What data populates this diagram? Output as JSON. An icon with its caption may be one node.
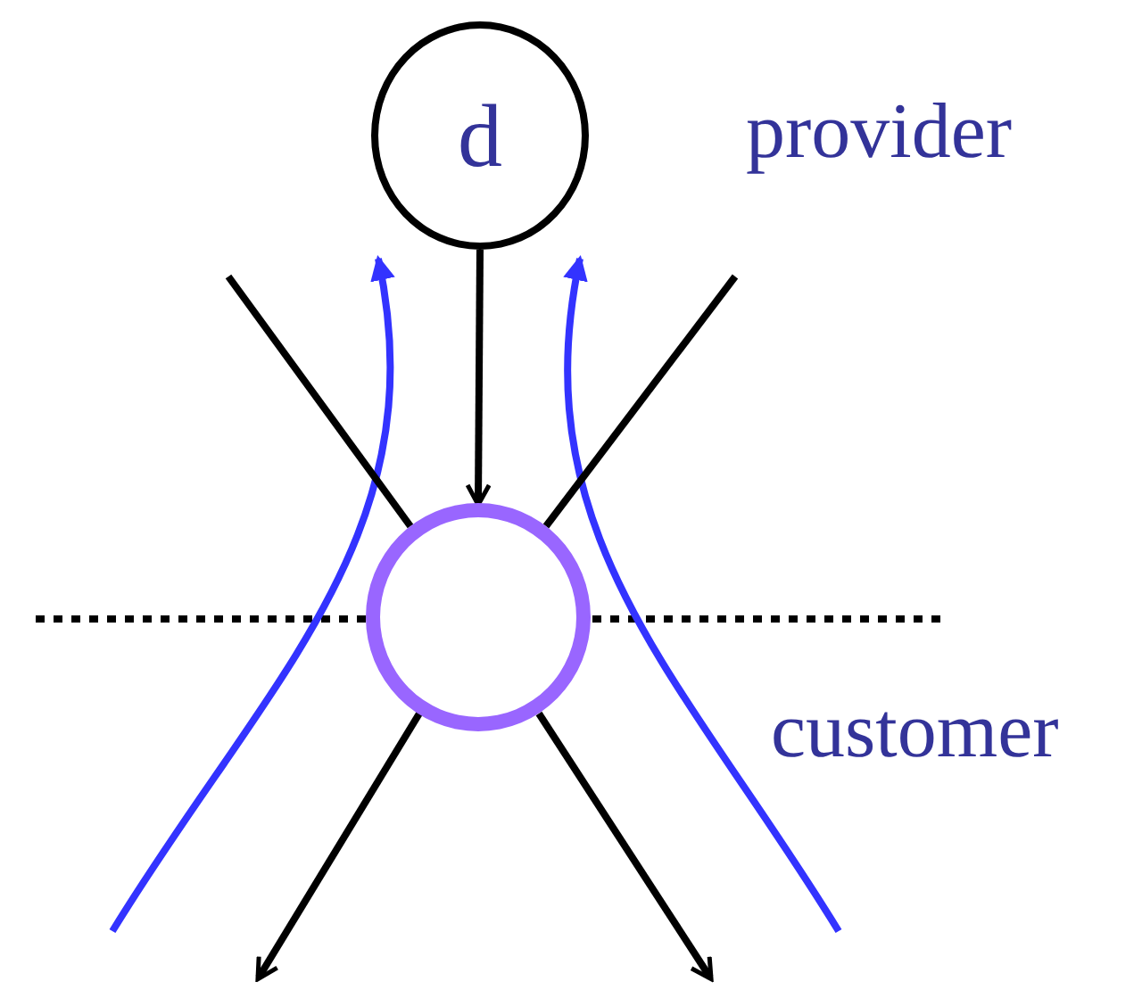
{
  "diagram": {
    "nodes": [
      {
        "text": [
          "d"
        ]
      },
      {
        "text": [],
        "shape": "circle"
      }
    ],
    "edges": [
      {
        "from": 0,
        "to": 1,
        "arrow": "to"
      },
      {
        "from": null,
        "to": 1,
        "arrow": "none"
      },
      {
        "from": null,
        "to": 1,
        "arrow": "none"
      },
      {
        "from": 1,
        "to": null,
        "arrow": "to"
      },
      {
        "from": 1,
        "to": null,
        "arrow": "to"
      }
    ],
    "labels": [
      "provider",
      "customer"
    ]
  }
}
